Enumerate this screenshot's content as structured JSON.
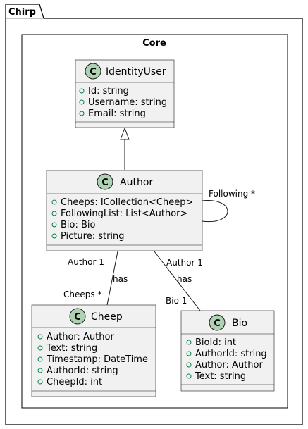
{
  "diagram": {
    "package_outer": "Chirp",
    "package_inner": "Core",
    "classes": {
      "identity_user": {
        "badge": "C",
        "name": "IdentityUser",
        "attributes": [
          "Id: string",
          "Username: string",
          "Email: string"
        ]
      },
      "author": {
        "badge": "C",
        "name": "Author",
        "attributes": [
          "Cheeps: ICollection<Cheep>",
          "FollowingList: List<Author>",
          "Bio: Bio",
          "Picture: string"
        ]
      },
      "cheep": {
        "badge": "C",
        "name": "Cheep",
        "attributes": [
          "Author: Author",
          "Text: string",
          "Timestamp: DateTime",
          "AuthorId: string",
          "CheepId: int"
        ]
      },
      "bio": {
        "badge": "C",
        "name": "Bio",
        "attributes": [
          "BioId: int",
          "AuthorId: string",
          "Author: Author",
          "Text: string"
        ]
      }
    },
    "relations": {
      "following_label": "Following *",
      "cheep_source_label": "Author 1",
      "cheep_relation_label": "has",
      "cheep_target_label": "Cheeps *",
      "bio_source_label": "Author 1",
      "bio_relation_label": "has",
      "bio_target_label": "Bio 1"
    },
    "colors": {
      "class_fill": "#f1f1f1",
      "badge_fill": "#add1b2",
      "visibility_marker": "#038048"
    }
  }
}
